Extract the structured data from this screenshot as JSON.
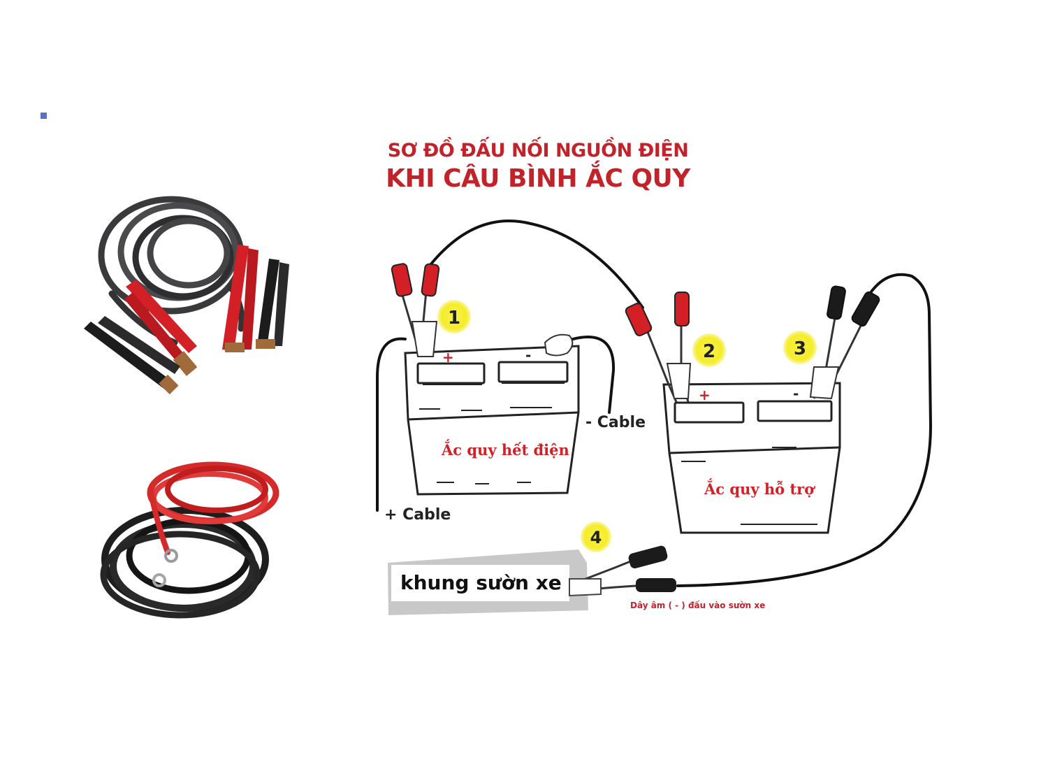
{
  "title": {
    "line1": "SƠ ĐỒ ĐẤU NỐI NGUỒN ĐIỆN",
    "line2": "KHI CÂU BÌNH ẮC  QUY"
  },
  "batteries": {
    "dead_label": "Ắc quy hết điện",
    "donor_label": "Ắc quy hỗ trợ",
    "plus_sign": "+",
    "minus_sign": "-"
  },
  "cables": {
    "negative_label": "- Cable",
    "positive_label": "+ Cable"
  },
  "frame": {
    "label": "khung sườn xe",
    "note": "Dây âm ( - ) đấu vào sườn xe"
  },
  "steps": [
    "1",
    "2",
    "3",
    "4"
  ],
  "colors": {
    "title_red": "#c2232b",
    "clamp_red": "#d32027",
    "step_yellow": "#f5ec2a",
    "bullet_blue": "#5b6fc4"
  }
}
